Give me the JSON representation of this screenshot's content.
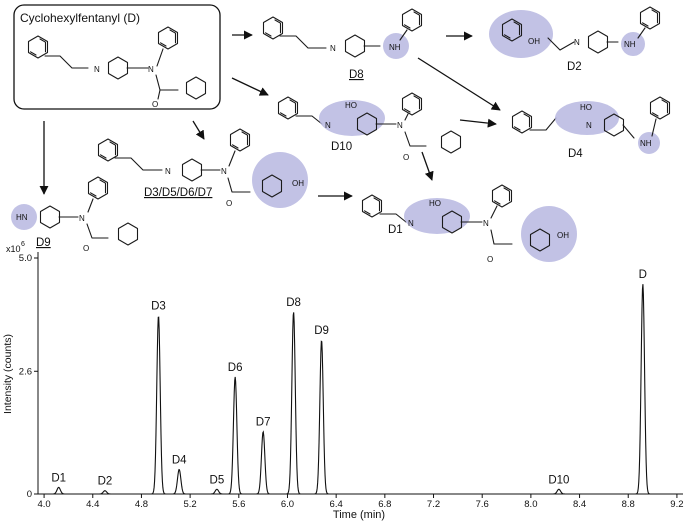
{
  "schemes": {
    "title": "Cyclohexylfentanyl (D)",
    "atoms": {
      "nh": "NH",
      "hn": "HN",
      "oh": "OH",
      "ho": "HO",
      "n": "N",
      "o": "O"
    },
    "labels": {
      "d2": "D2",
      "d8": "D8",
      "d4": "D4",
      "d10": "D10",
      "d3group": "D3/D5/D6/D7",
      "d9": "D9",
      "d1": "D1"
    }
  },
  "chromatogram": {
    "chart_data": {
      "type": "line",
      "xlabel": "Time (min)",
      "ylabel": "Intensity (counts)",
      "y_multiplier": "x10",
      "y_multiplier_exp": "6",
      "xlim": [
        3.95,
        9.25
      ],
      "ylim": [
        0,
        5.0
      ],
      "x_ticks": [
        "4.0",
        "4.4",
        "4.8",
        "5.2",
        "5.6",
        "6.0",
        "6.4",
        "6.8",
        "7.2",
        "7.6",
        "8.0",
        "8.4",
        "8.8",
        "9.2"
      ],
      "y_ticks": [
        "0",
        "2.6",
        "5.0"
      ],
      "peaks": [
        {
          "name": "D1",
          "x": 4.12,
          "y": 0.14
        },
        {
          "name": "D2",
          "x": 4.5,
          "y": 0.07
        },
        {
          "name": "D3",
          "x": 4.94,
          "y": 3.78
        },
        {
          "name": "D4",
          "x": 5.11,
          "y": 0.52
        },
        {
          "name": "D5",
          "x": 5.42,
          "y": 0.1
        },
        {
          "name": "D6",
          "x": 5.57,
          "y": 2.48
        },
        {
          "name": "D7",
          "x": 5.8,
          "y": 1.32
        },
        {
          "name": "D8",
          "x": 6.05,
          "y": 3.86
        },
        {
          "name": "D9",
          "x": 6.28,
          "y": 3.26
        },
        {
          "name": "D10",
          "x": 8.23,
          "y": 0.1
        },
        {
          "name": "D",
          "x": 8.92,
          "y": 4.45
        }
      ]
    }
  }
}
